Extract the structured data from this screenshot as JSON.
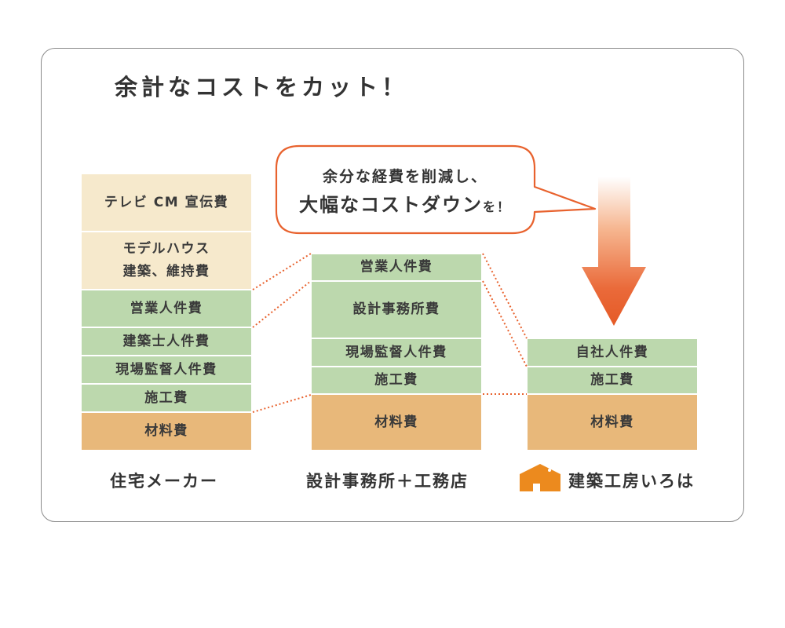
{
  "title": "余計なコストをカット！",
  "callout": {
    "line1": "余分な経費を削減し、",
    "line2_main": "大幅なコストダウン",
    "line2_small": "を！"
  },
  "columns": [
    {
      "label": "住宅メーカー",
      "blocks": [
        {
          "kind": "ad",
          "lines": [
            "テレビ CM 宣伝費"
          ]
        },
        {
          "kind": "ad",
          "lines": [
            "モデルハウス",
            "建築、維持費"
          ]
        },
        {
          "kind": "labor",
          "lines": [
            "営業人件費"
          ]
        },
        {
          "kind": "labor",
          "lines": [
            "建築士人件費"
          ]
        },
        {
          "kind": "labor",
          "lines": [
            "現場監督人件費"
          ]
        },
        {
          "kind": "labor",
          "lines": [
            "施工費"
          ]
        },
        {
          "kind": "material",
          "lines": [
            "材料費"
          ]
        }
      ]
    },
    {
      "label": "設計事務所＋工務店",
      "blocks": [
        {
          "kind": "labor",
          "lines": [
            "営業人件費"
          ]
        },
        {
          "kind": "labor",
          "lines": [
            "設計事務所費"
          ]
        },
        {
          "kind": "labor",
          "lines": [
            "現場監督人件費"
          ]
        },
        {
          "kind": "labor",
          "lines": [
            "施工費"
          ]
        },
        {
          "kind": "material",
          "lines": [
            "材料費"
          ]
        }
      ]
    },
    {
      "label": "建築工房いろは",
      "blocks": [
        {
          "kind": "labor",
          "lines": [
            "自社人件費"
          ]
        },
        {
          "kind": "labor",
          "lines": [
            "施工費"
          ]
        },
        {
          "kind": "material",
          "lines": [
            "材料費"
          ]
        }
      ]
    }
  ],
  "colors": {
    "ad": "#f6e9cc",
    "labor": "#bcd8ad",
    "material": "#e8b87a",
    "accent": "#e8622e",
    "border": "#8a8a8a"
  },
  "icons": [
    "house-logo-icon",
    "down-arrow-icon"
  ]
}
